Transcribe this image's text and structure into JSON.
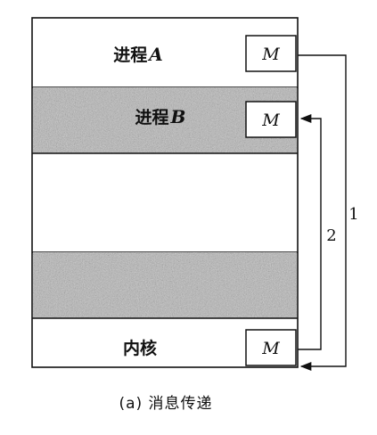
{
  "process_a": {
    "name": "进程",
    "letter": "A"
  },
  "process_b": {
    "name": "进程",
    "letter": "B"
  },
  "kernel": {
    "name": "内核"
  },
  "message_label": "M",
  "arrow_labels": {
    "path1": "1",
    "path2": "2"
  },
  "caption": "(a) 消息传递",
  "colors": {
    "stroke": "#111111",
    "shaded_band": "#b4b4b4",
    "background": "#ffffff"
  }
}
